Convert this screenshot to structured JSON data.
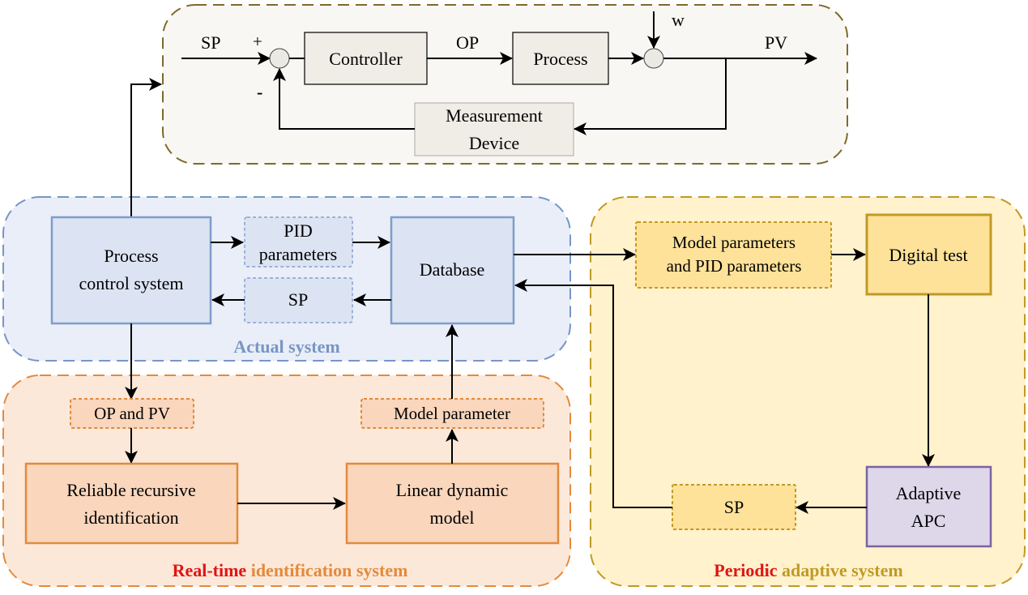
{
  "colors": {
    "loop_fill": "#f8f7f3",
    "loop_border": "#7e6a2a",
    "loop_box_fill": "#efede6",
    "actual_fill": "#e9eef8",
    "actual_border": "#7896c4",
    "actual_box_fill": "#dce4f3",
    "realtime_fill": "#fce8d9",
    "realtime_border": "#e38a3c",
    "realtime_box_fill": "#f9d6bc",
    "periodic_fill": "#fff2cc",
    "periodic_border": "#c09a24",
    "periodic_box_fill": "#ffe299",
    "apc_fill": "#ddd7e9",
    "apc_border": "#7b63a0",
    "accent_red": "#e01414"
  },
  "control_loop": {
    "sp_label": "SP",
    "plus_sign": "+",
    "minus_sign": "-",
    "controller": "Controller",
    "op_label": "OP",
    "process": "Process",
    "disturbance_label": "w",
    "pv_label": "PV",
    "measurement_line1": "Measurement",
    "measurement_line2": "Device"
  },
  "actual_system": {
    "title": "Actual system",
    "process_control_line1": "Process",
    "process_control_line2": "control system",
    "pid_line1": "PID",
    "pid_line2": "parameters",
    "sp": "SP",
    "database": "Database"
  },
  "realtime_system": {
    "title_red": "Real-time",
    "title_rest": " identification system",
    "op_and_pv": "OP and PV",
    "model_parameter": "Model parameter",
    "reliable_line1": "Reliable recursive",
    "reliable_line2": "identification",
    "linear_line1": "Linear dynamic",
    "linear_line2": "model"
  },
  "periodic_system": {
    "title_red": "Periodic",
    "title_rest": " adaptive system",
    "model_pid_line1": "Model parameters",
    "model_pid_line2": "and PID parameters",
    "digital_test": "Digital test",
    "adaptive_line1": "Adaptive",
    "adaptive_line2": "APC",
    "sp": "SP"
  }
}
